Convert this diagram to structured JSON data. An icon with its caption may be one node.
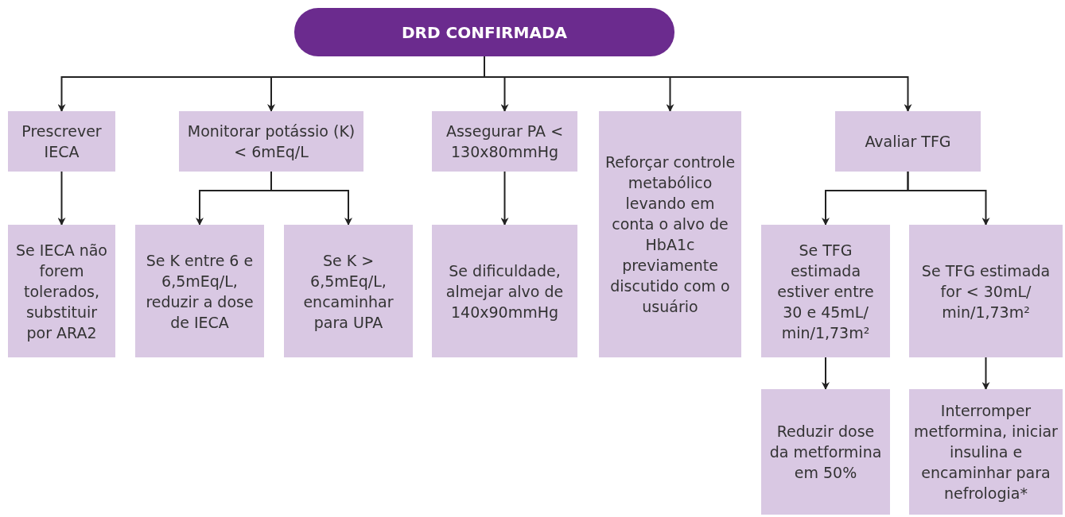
{
  "diagram": {
    "nodes": [
      {
        "text": [
          "DRD CONFIRMADA"
        ]
      },
      {
        "text": [
          "Prescrever IECA"
        ]
      },
      {
        "text": [
          "Monitorar potássio (K) < 6mEq/L"
        ]
      },
      {
        "text": [
          "Assegurar PA < 130x80mmHg"
        ]
      },
      {
        "text": [
          "Reforçar controle metabólico levando em conta o alvo de HbA1c previamente discutido com o usuário"
        ]
      },
      {
        "text": [
          "Avaliar TFG"
        ]
      },
      {
        "text": [
          "Se IECA não forem tolerados, substituir por ARA2"
        ]
      },
      {
        "text": [
          "Se K entre 6 e 6,5mEq/L, reduzir a dose de IECA"
        ]
      },
      {
        "text": [
          "Se K > 6,5mEq/L, encaminhar para UPA"
        ]
      },
      {
        "text": [
          "Se dificuldade, almejar alvo de 140x90mmHg"
        ]
      },
      {
        "text": [
          "Se TFG estimada estiver entre 30 e 45mL/ min/1,73m²"
        ]
      },
      {
        "text": [
          "Se TFG estimada for < 30mL/ min/1,73m²"
        ]
      },
      {
        "text": [
          "Reduzir dose da metformina em 50%"
        ]
      },
      {
        "text": [
          "Interromper metformina, iniciar insulina e encaminhar para nefrologia*"
        ]
      }
    ],
    "edges": [
      {
        "from": 0,
        "to": 1,
        "arrow": "to"
      },
      {
        "from": 0,
        "to": 2,
        "arrow": "to"
      },
      {
        "from": 0,
        "to": 3,
        "arrow": "to"
      },
      {
        "from": 0,
        "to": 4,
        "arrow": "to"
      },
      {
        "from": 0,
        "to": 5,
        "arrow": "to"
      },
      {
        "from": 1,
        "to": 6,
        "arrow": "to"
      },
      {
        "from": 2,
        "to": 7,
        "arrow": "to"
      },
      {
        "from": 2,
        "to": 8,
        "arrow": "to"
      },
      {
        "from": 3,
        "to": 9,
        "arrow": "to"
      },
      {
        "from": 5,
        "to": 10,
        "arrow": "to"
      },
      {
        "from": 5,
        "to": 11,
        "arrow": "to"
      },
      {
        "from": 10,
        "to": 12,
        "arrow": "to"
      },
      {
        "from": 11,
        "to": 13,
        "arrow": "to"
      }
    ]
  }
}
